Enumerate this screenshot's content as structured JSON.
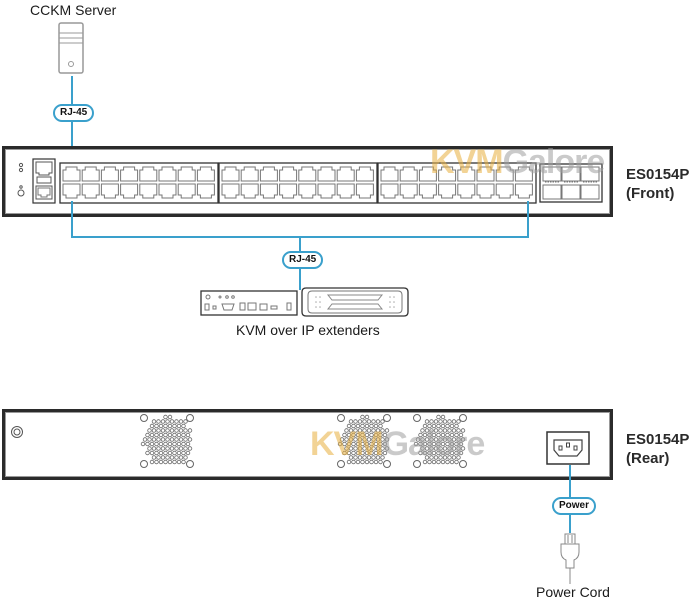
{
  "diagram": {
    "top_device": {
      "label": "CCKM Server",
      "icon": "server-tower-icon"
    },
    "front_panel": {
      "model": "ES0154P",
      "view": "(Front)",
      "port_blocks": 3,
      "ports_per_block": 16,
      "sfp_ports": 6
    },
    "rear_panel": {
      "model": "ES0154P",
      "view": "(Rear)",
      "fans": 3
    },
    "connections": [
      {
        "label": "RJ-45",
        "from": "CCKM Server",
        "to": "ES0154P (Front)"
      },
      {
        "label": "RJ-45",
        "from": "ES0154P (Front)",
        "to": "KVM over IP extenders"
      },
      {
        "label": "Power",
        "from": "ES0154P (Rear)",
        "to": "Power Cord"
      }
    ],
    "extenders": {
      "label": "KVM over IP extenders"
    },
    "power_cord": {
      "label": "Power Cord"
    },
    "watermark": {
      "part1": "KVM",
      "part2": "Galore",
      "color1": "#e8b040",
      "color2": "#a0a0a0"
    },
    "colors": {
      "cable": "#3aa0cc",
      "outline": "#2b2b2b"
    }
  }
}
